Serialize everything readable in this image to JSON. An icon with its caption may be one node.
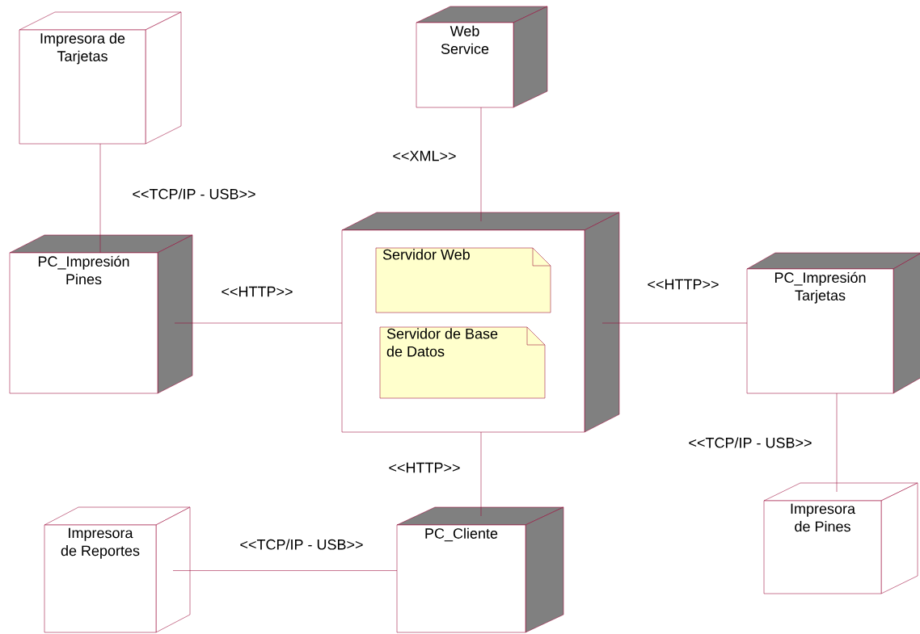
{
  "diagram": {
    "nodes": [
      {
        "text": [
          "Impresora de Tarjetas"
        ]
      },
      {
        "text": [
          "Web Service"
        ]
      },
      {
        "text": [],
        "shape": "box"
      },
      {
        "text": [
          "Servidor Web"
        ],
        "in": 2
      },
      {
        "text": [
          "Servidor de Base de Datos"
        ],
        "in": 2
      },
      {
        "text": [
          "PC_Impresión Pines"
        ]
      },
      {
        "text": [
          "PC_Impresión Tarjetas"
        ]
      },
      {
        "text": [
          "PC_Cliente"
        ]
      },
      {
        "text": [
          "Impresora de Reportes"
        ]
      },
      {
        "text": [
          "Impresora de Pines"
        ]
      }
    ],
    "edges": [
      {
        "from": 0,
        "to": 5,
        "arrow": "none",
        "label": "<<TCP/IP - USB>>"
      },
      {
        "from": 1,
        "to": 2,
        "arrow": "none",
        "label": "<<XML>>"
      },
      {
        "from": 5,
        "to": 2,
        "arrow": "none",
        "label": "<<HTTP>>"
      },
      {
        "from": 2,
        "to": 6,
        "arrow": "none",
        "label": "<<HTTP>>"
      },
      {
        "from": 2,
        "to": 7,
        "arrow": "none",
        "label": "<<HTTP>>"
      },
      {
        "from": 8,
        "to": 7,
        "arrow": "none",
        "label": "<<TCP/IP - USB>>"
      },
      {
        "from": 6,
        "to": 9,
        "arrow": "none",
        "label": "<<TCP/IP - USB>>"
      }
    ]
  }
}
